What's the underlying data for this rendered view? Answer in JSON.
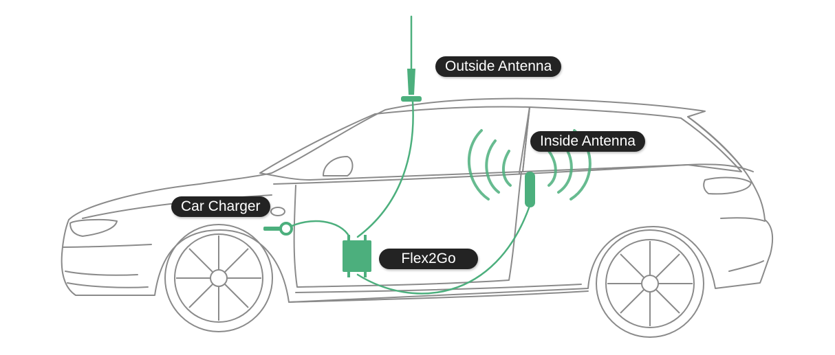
{
  "labels": {
    "outside_antenna": "Outside Antenna",
    "inside_antenna": "Inside Antenna",
    "car_charger": "Car Charger",
    "flex2go": "Flex2Go"
  },
  "colors": {
    "accent": "#4caf7d",
    "outline": "#7a7a7a",
    "label_bg": "#232323",
    "label_text": "#ffffff"
  }
}
